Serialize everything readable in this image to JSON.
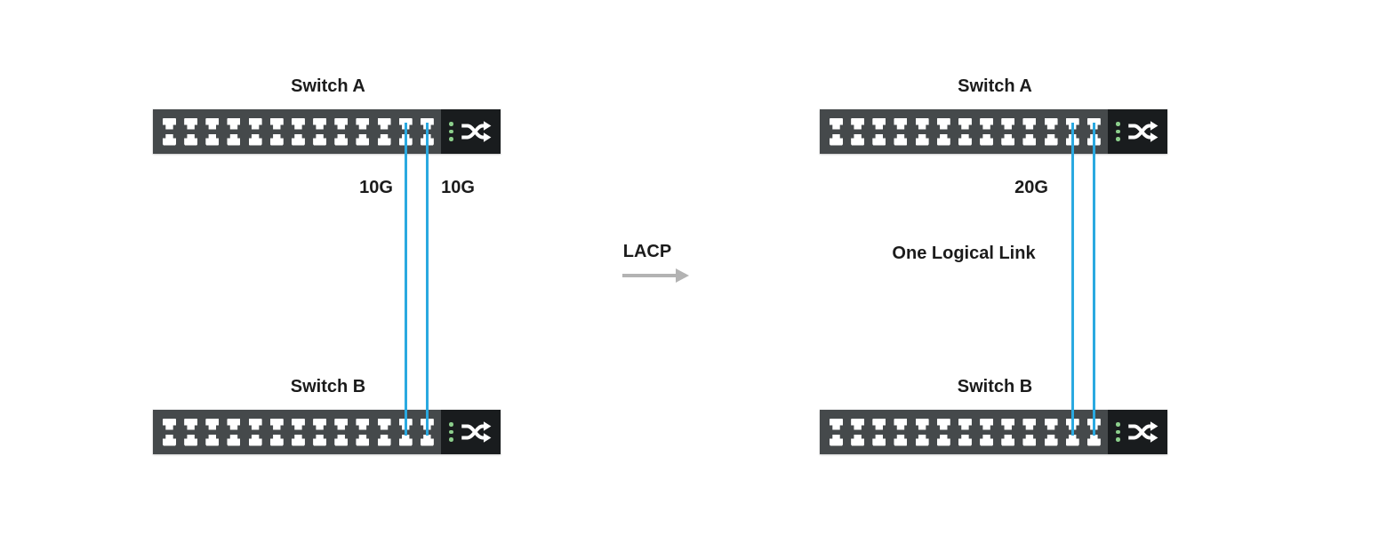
{
  "colors": {
    "background": "#ffffff",
    "switch_body": "#45494b",
    "switch_uplink_panel": "#191c1e",
    "port_white": "#ffffff",
    "led_green": "#8ccf8c",
    "cable_blue": "#2aa9e0",
    "arrow_gray": "#b3b3b3",
    "text": "#1b1b1b"
  },
  "switch_design": {
    "port_columns": 13,
    "port_rows": 2,
    "led_count": 3,
    "uplink_icon": "shuffle-icon"
  },
  "left_diagram": {
    "top_switch": {
      "label": "Switch A"
    },
    "bottom_switch": {
      "label": "Switch B"
    },
    "cable_count": 2,
    "cable_labels": [
      "10G",
      "10G"
    ]
  },
  "transition": {
    "label": "LACP",
    "arrow_icon": "right-arrow"
  },
  "right_diagram": {
    "top_switch": {
      "label": "Switch A"
    },
    "bottom_switch": {
      "label": "Switch B"
    },
    "cable_count": 2,
    "aggregate_bandwidth_label": "20G",
    "logical_link_label": "One Logical Link"
  }
}
